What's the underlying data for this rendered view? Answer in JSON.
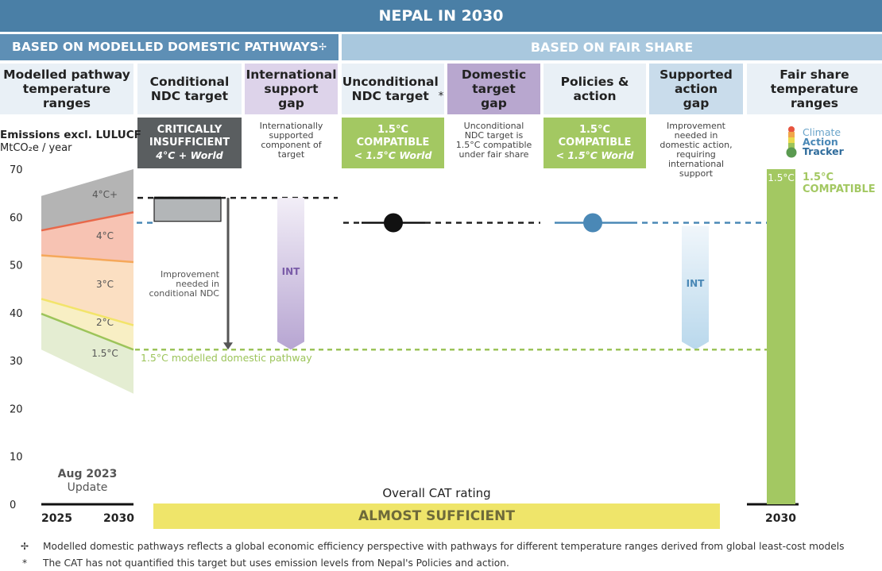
{
  "title": "NEPAL IN 2030",
  "sections": {
    "left": "BASED ON MODELLED DOMESTIC PATHWAYS",
    "left_symbol": "✢",
    "right": "BASED ON FAIR SHARE"
  },
  "columns": {
    "modelled": "Modelled pathway\ntemperature\nranges",
    "conditional": "Conditional\nNDC target",
    "intl_gap": "International\nsupport\ngap",
    "unconditional": "Unconditional\nNDC target",
    "unconditional_symbol": "*",
    "domestic_gap": "Domestic\ntarget\ngap",
    "policies": "Policies &\naction",
    "supported": "Supported\naction\ngap",
    "fairshare": "Fair share\ntemperature\nranges"
  },
  "ratings": {
    "conditional": {
      "label": "CRITICALLY\nINSUFFICIENT",
      "sub": "4°C + World",
      "color": "#5a5e60"
    },
    "unconditional": {
      "label": "1.5°C\nCOMPATIBLE",
      "sub": "< 1.5°C World",
      "color": "#a3c862"
    },
    "policies": {
      "label": "1.5°C\nCOMPATIBLE",
      "sub": "< 1.5°C World",
      "color": "#a3c862"
    }
  },
  "notes": {
    "intl_gap": "Internationally\nsupported\ncomponent of\ntarget",
    "domestic_gap": "Unconditional\nNDC target is\n1.5°C compatible\nunder fair share",
    "supported": "Improvement\nneeded in\ndomestic action,\nrequiring\ninternational\nsupport",
    "improvement": "Improvement\nneeded in\nconditional NDC",
    "int_label_1": "INT",
    "int_label_2": "INT",
    "pathway": "1.5°C modelled domestic pathway"
  },
  "logo": {
    "line1": "Climate",
    "line2": "Action",
    "line3": "Tracker"
  },
  "axis": {
    "title": "Emissions excl. LULUCF",
    "unit": "MtCO₂e / year",
    "ticks": [
      "70",
      "60",
      "50",
      "40",
      "30",
      "20",
      "10",
      "0"
    ],
    "x_left": "2025",
    "x_right": "2030",
    "x_fair": "2030"
  },
  "update": {
    "line1": "Aug 2023",
    "line2": "Update"
  },
  "overall": {
    "label": "Overall CAT rating",
    "value": "ALMOST SUFFICIENT",
    "color": "#efe56a"
  },
  "fairshare_label": {
    "bar": "1.5°C",
    "side": "1.5°C\nCOMPATIBLE"
  },
  "footnotes": [
    {
      "symbol": "✢",
      "text": "Modelled domestic pathways reflects a global economic efficiency perspective with pathways for different temperature ranges derived from global least-cost models"
    },
    {
      "symbol": "*",
      "text": "The CAT has not quantified this target but uses emission levels from Nepal's Policies and action."
    }
  ],
  "chart_data": {
    "type": "range",
    "ylabel": "Emissions excl. LULUCF MtCO₂e / year",
    "ylim": [
      0,
      70
    ],
    "x": [
      "2025",
      "2030"
    ],
    "temperature_bands": [
      {
        "name": "4°C+",
        "lower": [
          57.2,
          61.0
        ],
        "upper": [
          64.4,
          70.0
        ],
        "color": "#b4b4b4"
      },
      {
        "name": "4°C",
        "lower": [
          52.0,
          50.6
        ],
        "upper": [
          57.2,
          61.0
        ],
        "color": "#f7c3b3"
      },
      {
        "name": "3°C",
        "lower": [
          42.9,
          37.4
        ],
        "upper": [
          52.0,
          50.6
        ],
        "color": "#fbdfc2"
      },
      {
        "name": "2°C",
        "lower": [
          39.8,
          32.3
        ],
        "upper": [
          42.9,
          37.4
        ],
        "color": "#f8efc4"
      },
      {
        "name": "1.5°C",
        "lower": [
          32.3,
          23.1
        ],
        "upper": [
          39.8,
          32.3
        ],
        "color": "#e4edd2"
      }
    ],
    "conditional_ndc": {
      "lower": 59.1,
      "upper": 64.0
    },
    "unconditional_ndc": 58.8,
    "policies_action": 58.8,
    "pathway_1_5": 32.3,
    "fair_share_1_5_upper": 70,
    "rating": "ALMOST SUFFICIENT"
  }
}
